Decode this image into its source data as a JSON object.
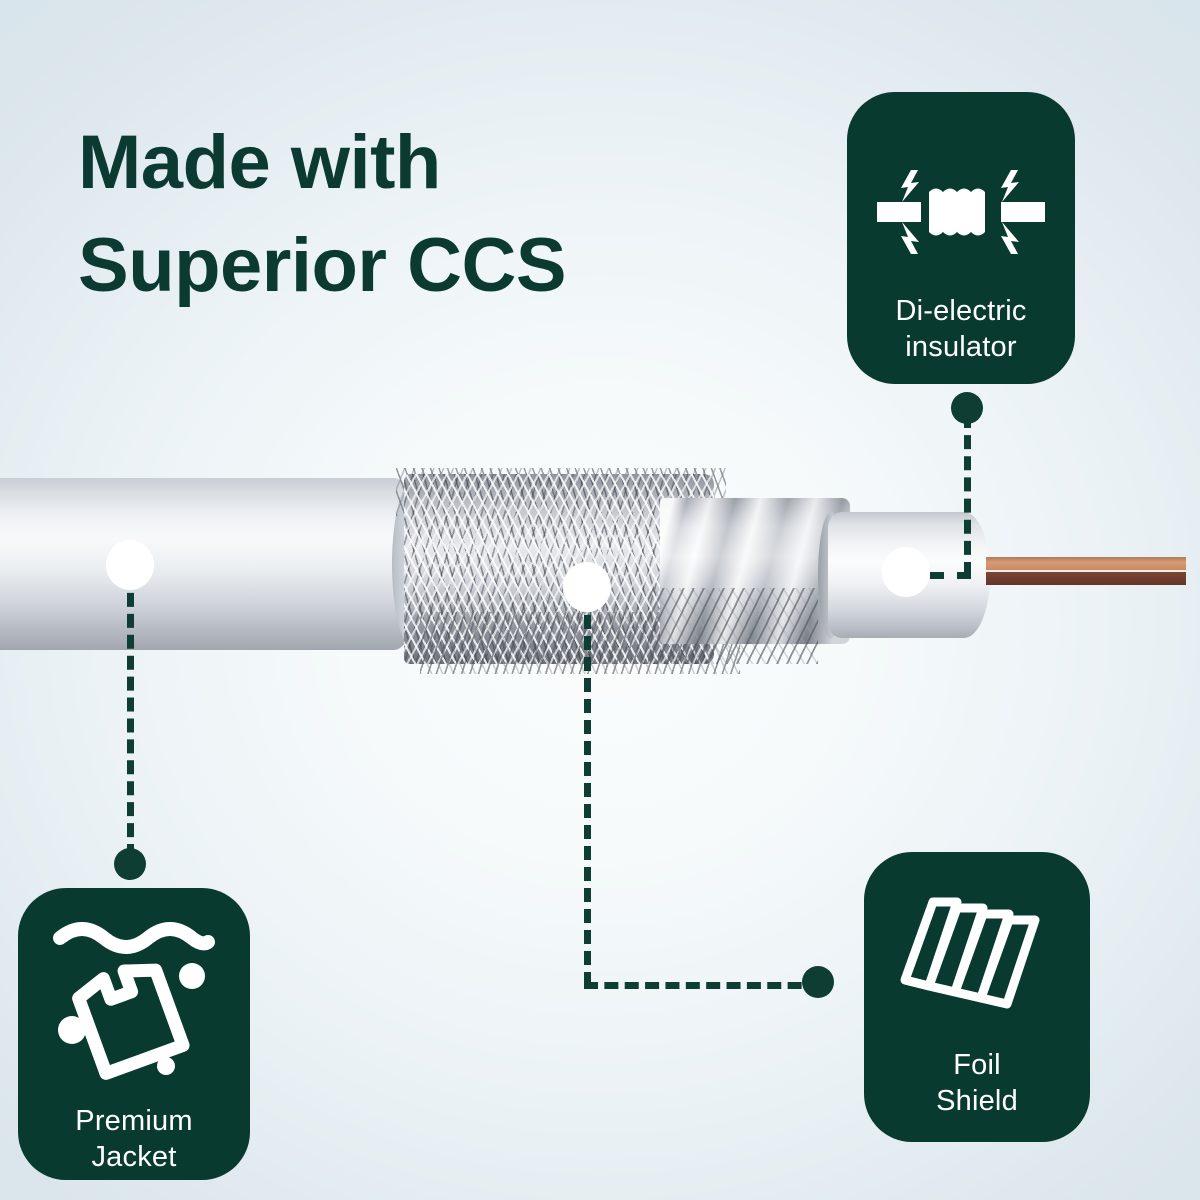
{
  "headline": {
    "text": "Made with\nSuperior CCS",
    "color": "#0a3a30"
  },
  "background": {
    "edge_color": "#d9e5ec",
    "center_color": "#fbfdfd"
  },
  "product": {
    "name": "coaxial-cable-cutaway",
    "layers": [
      {
        "name": "outer-jacket",
        "color": "#eef1f4"
      },
      {
        "name": "braided-shield",
        "color": "#c2c6cc"
      },
      {
        "name": "foil-shield",
        "color": "#e2e5ea"
      },
      {
        "name": "dielectric-insulator",
        "color": "#f2f4f6"
      },
      {
        "name": "copper-center-conductor",
        "color": "#c98a66"
      }
    ]
  },
  "cards": {
    "accent_color": "#093a30",
    "text_color": "#ffffff",
    "items": [
      {
        "id": "dielectric",
        "label": "Di-electric\ninsulator",
        "icon": "dielectric-insulator-icon",
        "position": "top-right"
      },
      {
        "id": "foil",
        "label": "Foil\nShield",
        "icon": "foil-shield-icon",
        "position": "bottom-right"
      },
      {
        "id": "jacket",
        "label": "Premium\nJacket",
        "icon": "premium-jacket-icon",
        "position": "bottom-left"
      }
    ]
  },
  "callouts": {
    "line_color": "#0d3d33",
    "marker_color": "#ffffff",
    "items": [
      {
        "id": "jacket-callout",
        "target": "outer-jacket"
      },
      {
        "id": "foil-callout",
        "target": "foil-shield"
      },
      {
        "id": "dielectric-callout",
        "target": "dielectric-insulator"
      }
    ]
  }
}
